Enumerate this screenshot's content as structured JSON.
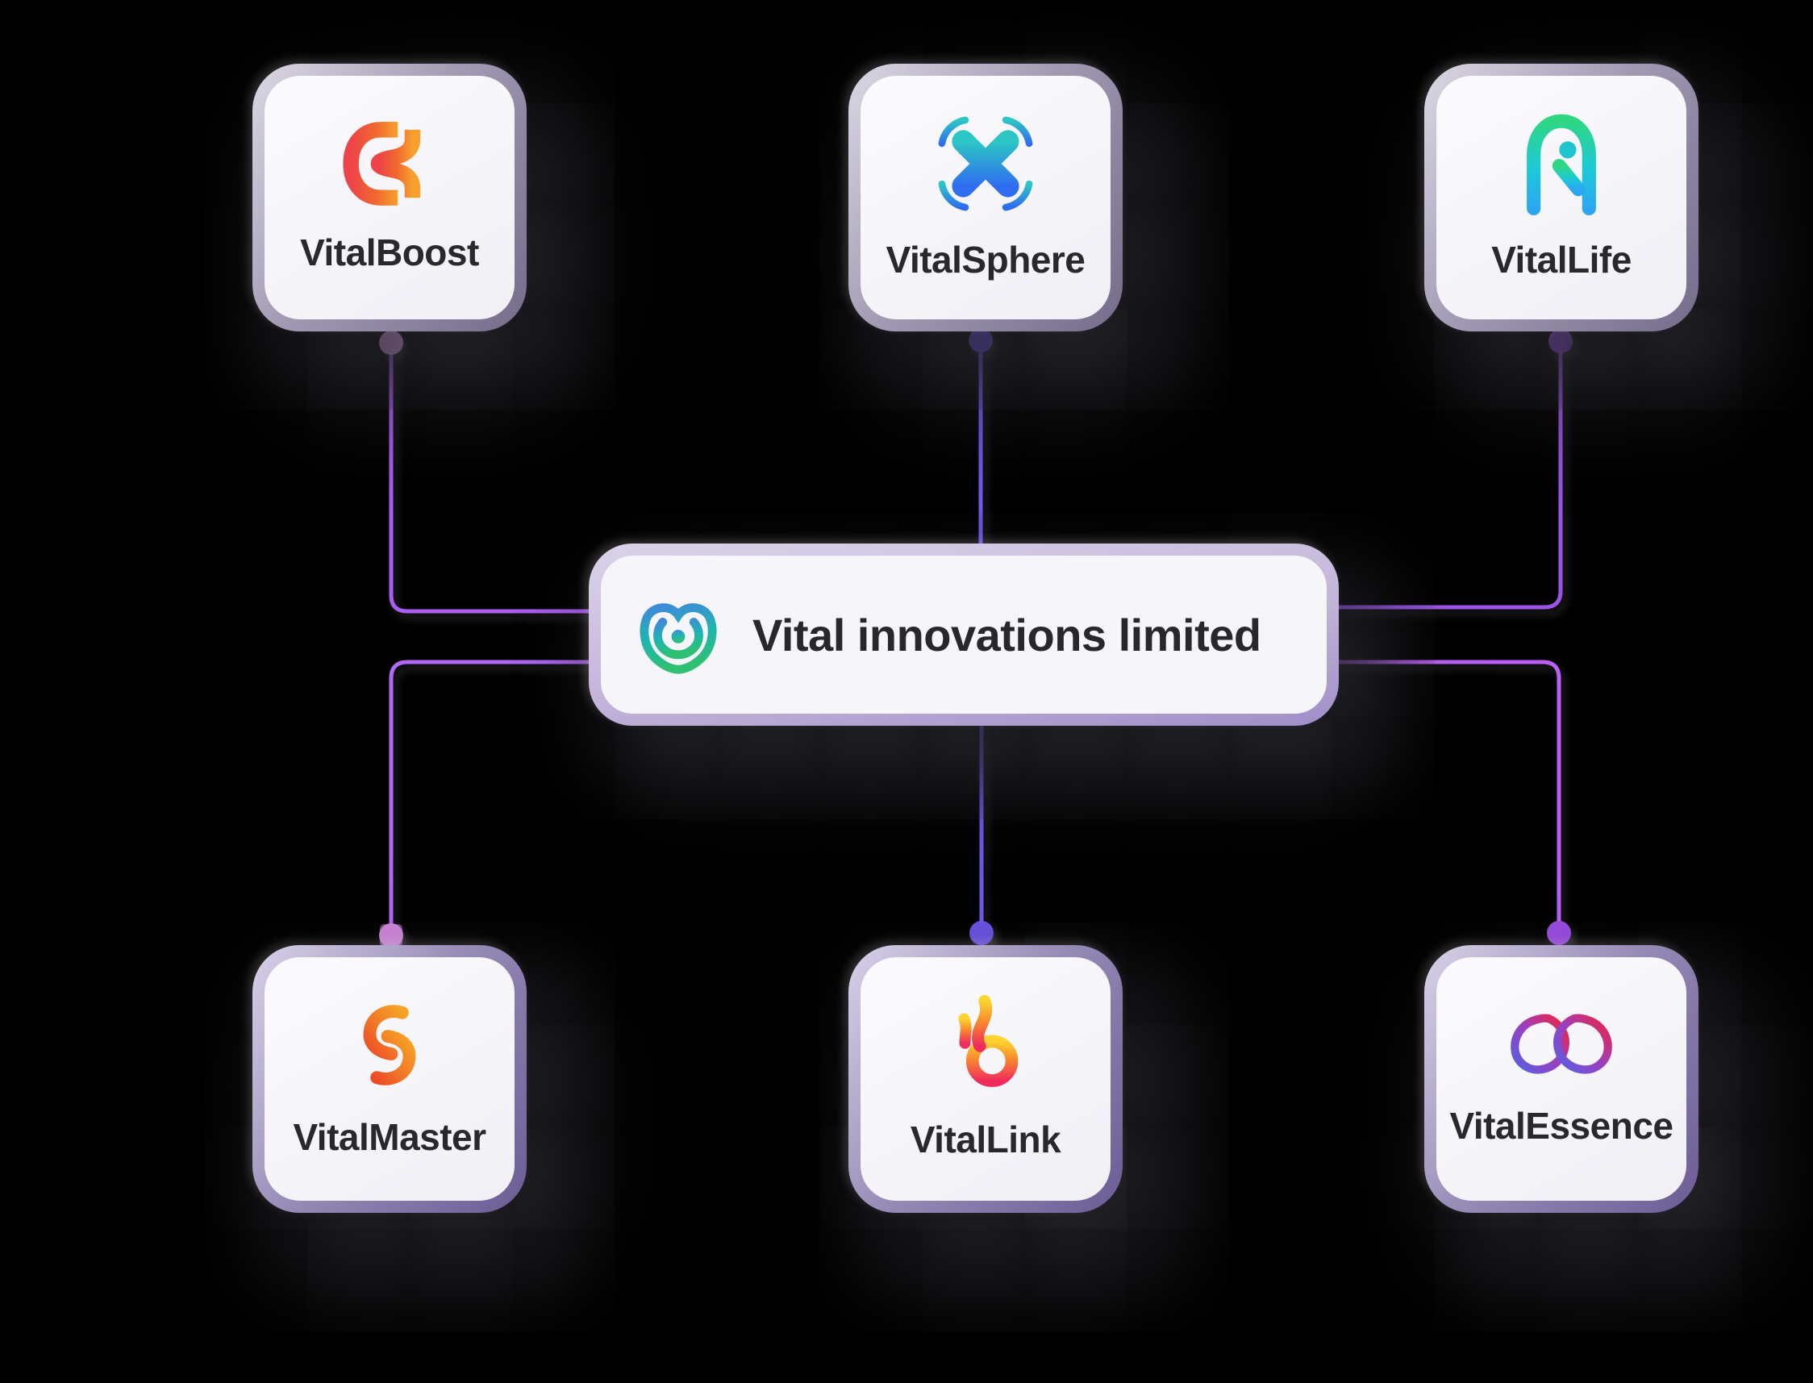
{
  "diagram": {
    "center": {
      "label": "Vital innovations limited",
      "icon": "vital-innovations-logo"
    },
    "nodes": [
      {
        "id": "vitalboost",
        "label": "VitalBoost",
        "icon": "vitalboost-logo",
        "position": "top-left",
        "dot_color": "#eaa9f2",
        "line_color": "#ab5cf2"
      },
      {
        "id": "vitalsphere",
        "label": "VitalSphere",
        "icon": "vitalsphere-logo",
        "position": "top-center",
        "dot_color": "#7056ef",
        "line_color": "#7158f0"
      },
      {
        "id": "vitallife",
        "label": "VitalLife",
        "icon": "vitallife-logo",
        "position": "top-right",
        "dot_color": "#9b54e8",
        "line_color": "#9b54e8"
      },
      {
        "id": "vitalmaster",
        "label": "VitalMaster",
        "icon": "vitalmaster-logo",
        "position": "bottom-left",
        "dot_color": "#dc8fe6",
        "line_color": "#b168f5"
      },
      {
        "id": "vitallink",
        "label": "VitalLink",
        "icon": "vitallink-logo",
        "position": "bottom-center",
        "dot_color": "#7056ef",
        "line_color": "#7158f0"
      },
      {
        "id": "vitalessence",
        "label": "VitalEssence",
        "icon": "vitalessence-logo",
        "position": "bottom-right",
        "dot_color": "#a44ff0",
        "line_color": "#bb5ff5"
      }
    ],
    "edges": [
      {
        "from": "vital-innovations-limited",
        "to": "vitalboost"
      },
      {
        "from": "vital-innovations-limited",
        "to": "vitalsphere"
      },
      {
        "from": "vital-innovations-limited",
        "to": "vitallife"
      },
      {
        "from": "vital-innovations-limited",
        "to": "vitalmaster"
      },
      {
        "from": "vital-innovations-limited",
        "to": "vitallink"
      },
      {
        "from": "vital-innovations-limited",
        "to": "vitalessence"
      }
    ],
    "colors": {
      "background": "#000000",
      "card_face": "#f5f4f8",
      "card_border_gray": "#8d85a0",
      "card_border_purple": "#7c6fa2",
      "label_text": "#27292e"
    }
  }
}
